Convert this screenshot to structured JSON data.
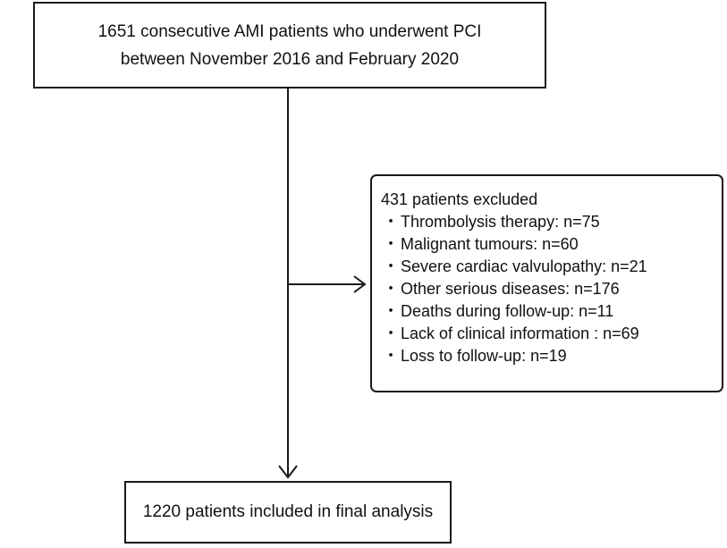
{
  "flowchart": {
    "top_box": {
      "line1": "1651 consecutive AMI patients who underwent PCI",
      "line2": "between November 2016 and February 2020"
    },
    "excluded_box": {
      "heading": "431 patients excluded",
      "bullet_char": "・",
      "items": [
        "Thrombolysis therapy: n=75",
        "Malignant tumours: n=60",
        "Severe cardiac valvulopathy: n=21",
        "Other serious diseases: n=176",
        "Deaths during follow-up: n=11",
        "Lack of clinical information : n=69",
        "Loss to follow-up: n=19"
      ]
    },
    "bottom_box": {
      "text": "1220 patients included in final analysis"
    }
  }
}
